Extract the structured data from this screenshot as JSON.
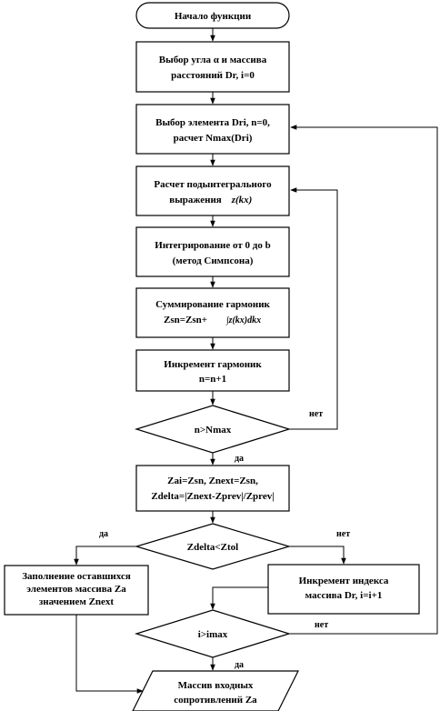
{
  "flowchart": {
    "start": "Начало функции",
    "select_angle": [
      "Выбор угла α и массива",
      "расстояний Dr, i=0"
    ],
    "select_element": [
      "Выбор элемента Dri, n=0,",
      "расчет Nmax(Dri)"
    ],
    "integrand": [
      "Расчет подынтегрального",
      "выражения"
    ],
    "integrand_math": "z(kx)",
    "integration": [
      "Интегрирование от 0 до b",
      "(метод Симпсона)"
    ],
    "sum_harmonics": "Суммирование гармоник",
    "sum_formula": "Zsn=Zsn+",
    "sum_integral": "∫z(kx)dkx",
    "increment_harmonic": [
      "Инкремент гармоник",
      "n=n+1"
    ],
    "decision_n": "n>Nmax",
    "assign": [
      "Zai=Zsn,  Znext=Zsn,",
      "Zdelta=|Znext-Zprev|/Zprev|"
    ],
    "decision_tol": "Zdelta<Ztol",
    "fill_remaining": [
      "Заполнение оставшихся",
      "элементов массива Za",
      "значением Znext"
    ],
    "increment_index": [
      "Инкремент индекса",
      "массива Dr, i=i+1"
    ],
    "decision_i": "i>imax",
    "output": [
      "Массив входных",
      "сопротивлений Za"
    ],
    "labels": {
      "no_1": "нет",
      "yes_1": "да",
      "yes_2": "да",
      "no_2": "нет",
      "no_3": "нет",
      "yes_3": "да"
    }
  }
}
